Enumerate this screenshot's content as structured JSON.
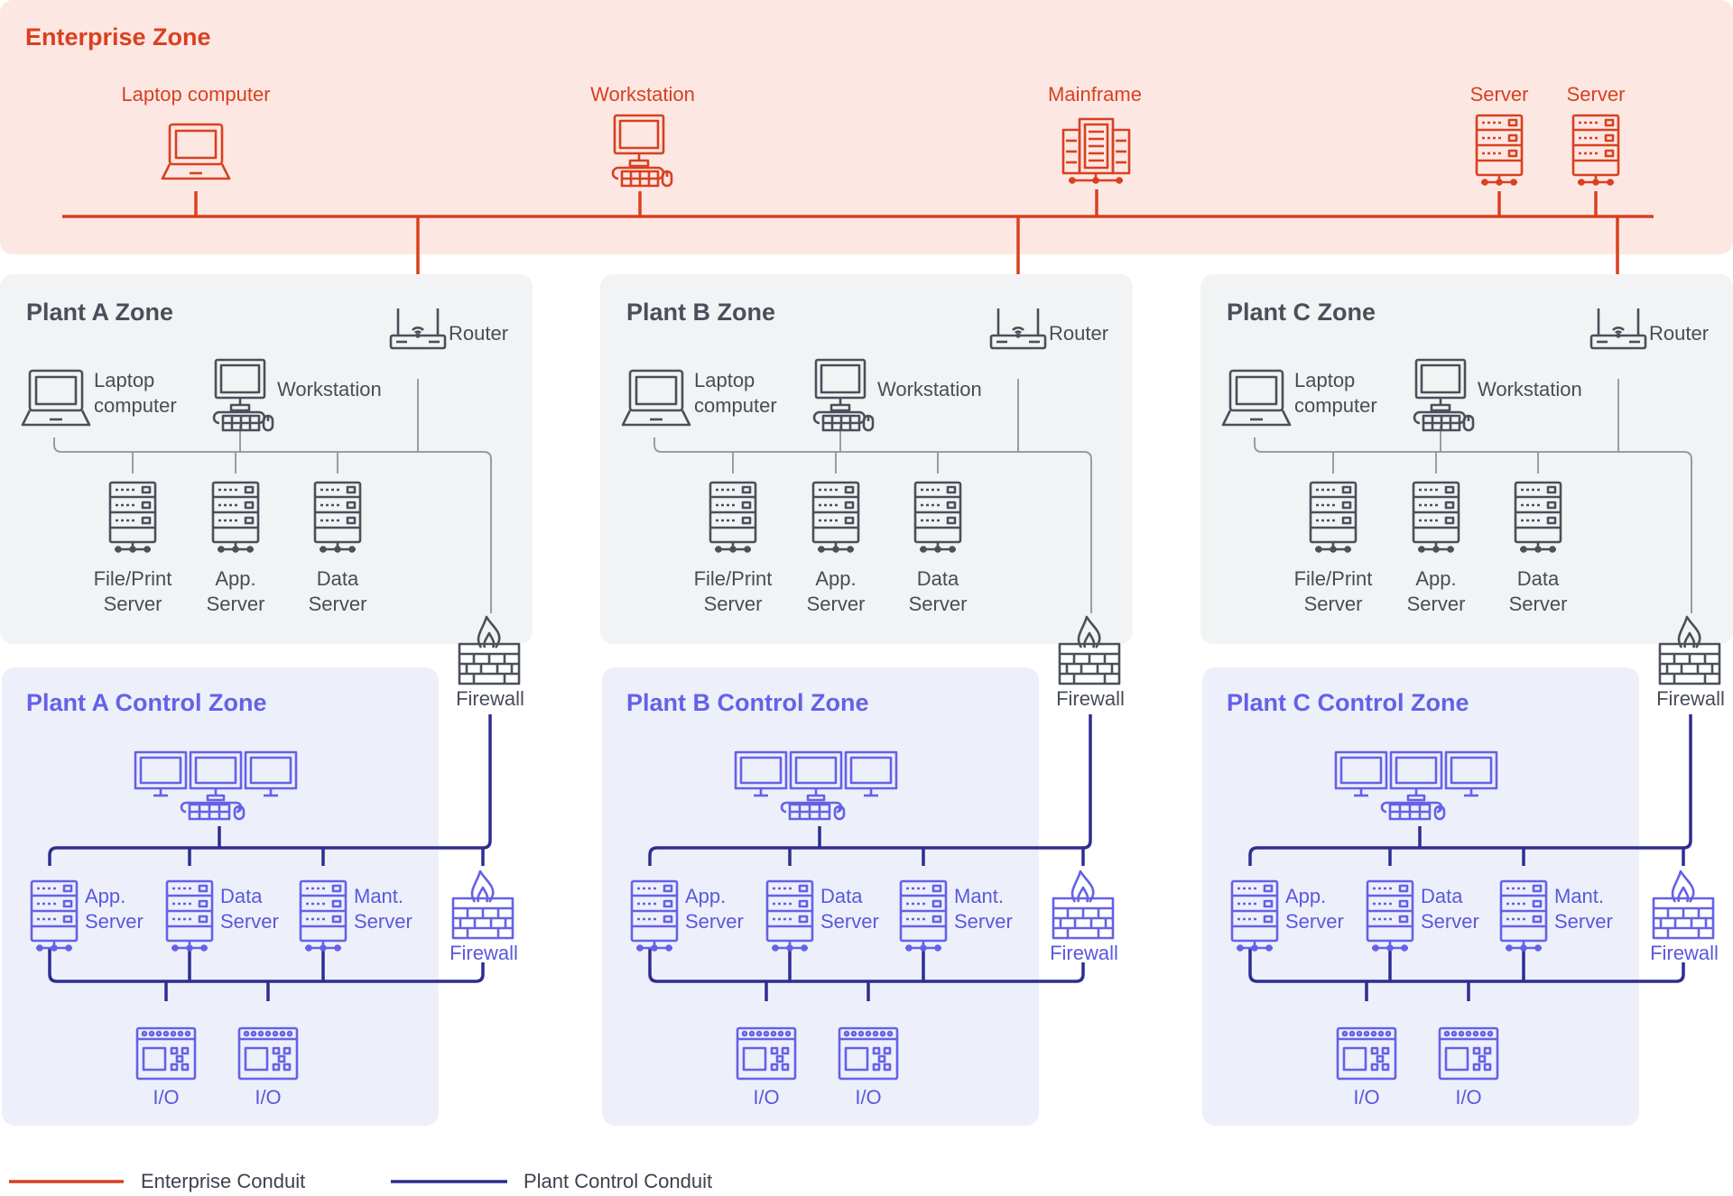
{
  "colors": {
    "enterprise": "#d9401f",
    "enterprise_bg": "#fde7e3",
    "plant": "#4a505a",
    "plant_bg": "#f2f3f4",
    "control": "#2e2d91",
    "control_icon": "#6561e6",
    "control_bg": "#edf0fb",
    "plant_line": "#8e939b"
  },
  "enterprise": {
    "title": "Enterprise Zone",
    "devices": {
      "laptop": "Laptop computer",
      "workstation": "Workstation",
      "mainframe": "Mainframe",
      "server1": "Server",
      "server2": "Server"
    }
  },
  "plants": [
    {
      "zone_title": "Plant A Zone",
      "router": "Router",
      "laptop": [
        "Laptop",
        "computer"
      ],
      "workstation": "Workstation",
      "servers": [
        [
          "File/Print",
          "Server"
        ],
        [
          "App.",
          "Server"
        ],
        [
          "Data",
          "Server"
        ]
      ],
      "firewall_upper": "Firewall",
      "control_title": "Plant A Control Zone",
      "control_servers": [
        [
          "App.",
          "Server"
        ],
        [
          "Data",
          "Server"
        ],
        [
          "Mant.",
          "Server"
        ]
      ],
      "firewall_lower": "Firewall",
      "io": [
        "I/O",
        "I/O"
      ]
    },
    {
      "zone_title": "Plant B Zone",
      "router": "Router",
      "laptop": [
        "Laptop",
        "computer"
      ],
      "workstation": "Workstation",
      "servers": [
        [
          "File/Print",
          "Server"
        ],
        [
          "App.",
          "Server"
        ],
        [
          "Data",
          "Server"
        ]
      ],
      "firewall_upper": "Firewall",
      "control_title": "Plant B Control Zone",
      "control_servers": [
        [
          "App.",
          "Server"
        ],
        [
          "Data",
          "Server"
        ],
        [
          "Mant.",
          "Server"
        ]
      ],
      "firewall_lower": "Firewall",
      "io": [
        "I/O",
        "I/O"
      ]
    },
    {
      "zone_title": "Plant C Zone",
      "router": "Router",
      "laptop": [
        "Laptop",
        "computer"
      ],
      "workstation": "Workstation",
      "servers": [
        [
          "File/Print",
          "Server"
        ],
        [
          "App.",
          "Server"
        ],
        [
          "Data",
          "Server"
        ]
      ],
      "firewall_upper": "Firewall",
      "control_title": "Plant C Control Zone",
      "control_servers": [
        [
          "App.",
          "Server"
        ],
        [
          "Data",
          "Server"
        ],
        [
          "Mant.",
          "Server"
        ]
      ],
      "firewall_lower": "Firewall",
      "io": [
        "I/O",
        "I/O"
      ]
    }
  ],
  "legend": {
    "enterprise_conduit": "Enterprise Conduit",
    "plant_control_conduit": "Plant Control Conduit"
  }
}
